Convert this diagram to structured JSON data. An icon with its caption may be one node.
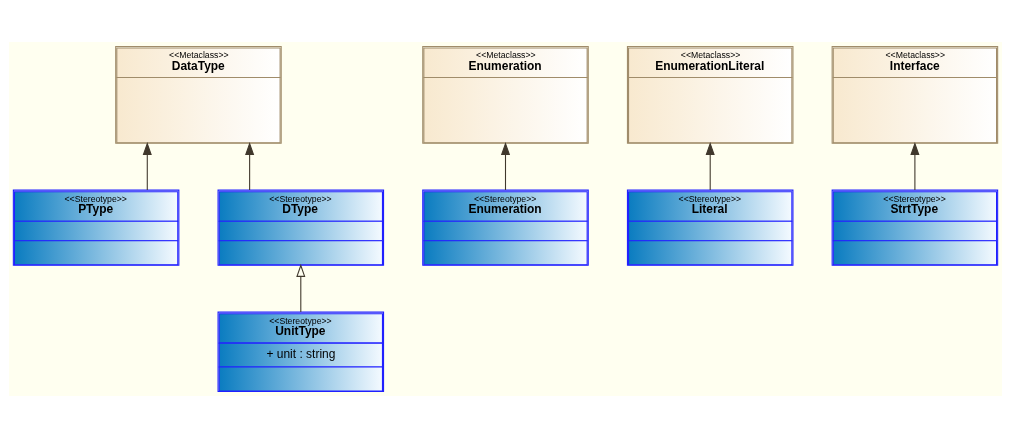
{
  "diagram": {
    "nodes": [
      {
        "text": [
          "<<Metaclass>>",
          "DataType"
        ]
      },
      {
        "text": [
          "<<Metaclass>>",
          "Enumeration"
        ]
      },
      {
        "text": [
          "<<Metaclass>>",
          "EnumerationLiteral"
        ]
      },
      {
        "text": [
          "<<Metaclass>>",
          "Interface"
        ]
      },
      {
        "text": [
          "<<Stereotype>>",
          "PType"
        ]
      },
      {
        "text": [
          "<<Stereotype>>",
          "DType"
        ]
      },
      {
        "text": [
          "<<Stereotype>>",
          "Enumeration"
        ]
      },
      {
        "text": [
          "<<Stereotype>>",
          "Literal"
        ]
      },
      {
        "text": [
          "<<Stereotype>>",
          "StrtType"
        ]
      },
      {
        "text": [
          "<<Stereotype>>",
          "UnitType",
          "+ unit : string"
        ]
      }
    ],
    "edges": [
      {
        "from": 4,
        "to": 0,
        "arrow": "to"
      },
      {
        "from": 5,
        "to": 0,
        "arrow": "to"
      },
      {
        "from": 6,
        "to": 1,
        "arrow": "to"
      },
      {
        "from": 7,
        "to": 2,
        "arrow": "to"
      },
      {
        "from": 8,
        "to": 3,
        "arrow": "to"
      },
      {
        "from": 9,
        "to": 5,
        "arrow": "to"
      }
    ]
  }
}
